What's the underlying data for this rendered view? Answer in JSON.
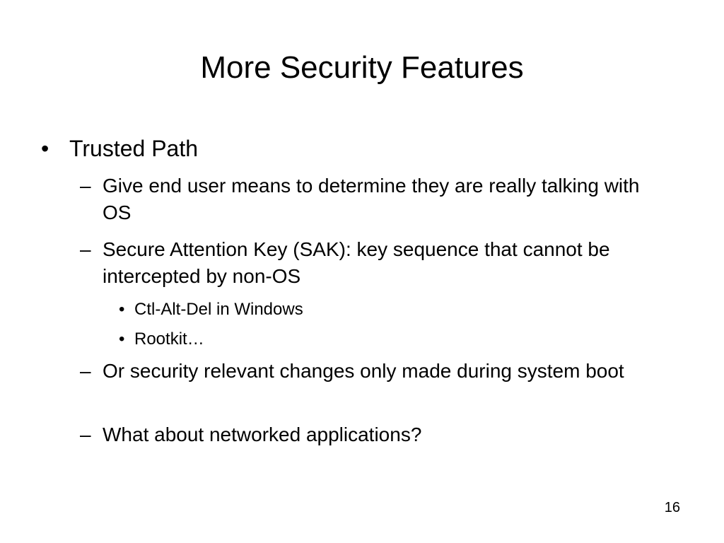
{
  "slide": {
    "title": "More Security Features",
    "bullets": [
      {
        "text": "Trusted Path",
        "sub": [
          {
            "text": "Give end user means to determine they are really talking with OS"
          },
          {
            "text": "Secure Attention Key (SAK): key sequence that cannot be intercepted by non-OS",
            "sub": [
              {
                "text": "Ctl-Alt-Del in Windows"
              },
              {
                "text": "Rootkit…"
              }
            ]
          },
          {
            "text": "Or security relevant changes only made during system boot"
          },
          {
            "text": "What about networked applications?"
          }
        ]
      }
    ],
    "markers": {
      "level1": "•",
      "level2": "–",
      "level3": "•"
    },
    "page_number": "16"
  }
}
